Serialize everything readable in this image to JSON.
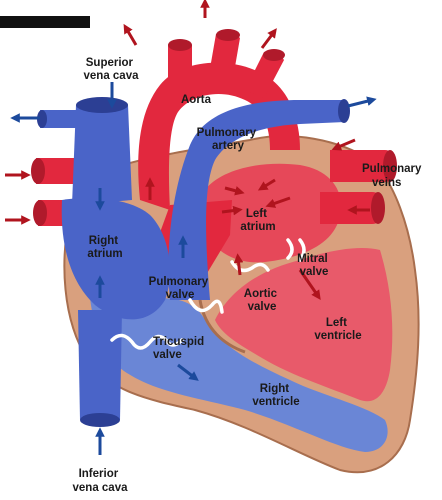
{
  "colors": {
    "oxygenated": "#e2283e",
    "oxygenated_dark": "#b01a2b",
    "deoxygenated": "#4a64c8",
    "deoxygenated_dark": "#2c3f94",
    "wall": "#d9a07e",
    "wall_outline": "#a86e4e",
    "arrow_red": "#b0141e",
    "arrow_blue": "#1c4a9c"
  },
  "labels": {
    "superior_vena_cava": [
      "Superior",
      "vena cava"
    ],
    "aorta": "Aorta",
    "pulmonary_artery": [
      "Pulmonary",
      "artery"
    ],
    "pulmonary_veins": [
      "Pulmonary",
      "veins"
    ],
    "left_atrium": [
      "Left",
      "atrium"
    ],
    "right_atrium": [
      "Right",
      "atrium"
    ],
    "mitral_valve": [
      "Mitral",
      "valve"
    ],
    "pulmonary_valve": [
      "Pulmonary",
      "valve"
    ],
    "aortic_valve": [
      "Aortic",
      "valve"
    ],
    "left_ventricle": [
      "Left",
      "ventricle"
    ],
    "tricuspid_valve": [
      "Tricuspid",
      "valve"
    ],
    "right_ventricle": [
      "Right",
      "ventricle"
    ],
    "inferior_vena_cava": [
      "Inferior",
      "vena cava"
    ]
  }
}
